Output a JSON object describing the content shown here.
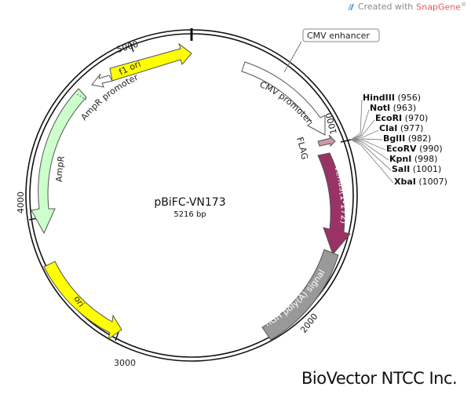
{
  "credit": {
    "prefix": "Created with",
    "brand": "SnapGene",
    "mark": "®"
  },
  "plasmid": {
    "name": "pBiFC-VN173",
    "size": "5216 bp"
  },
  "ticks": [
    "1000",
    "2000",
    "3000",
    "4000",
    "5000"
  ],
  "features": {
    "f1_ori": "f1 ori",
    "ampr_promoter": "AmpR promoter",
    "ampr": "AmpR",
    "ori": "ori",
    "cmv_enhancer": "CMV enhancer",
    "cmv_promoter": "CMV promoter",
    "flag": "FLAG",
    "venus": "Venus(1-172)",
    "hgh": "hGH poly(A) signal"
  },
  "sites": [
    {
      "name": "HindIII",
      "pos": "(956)"
    },
    {
      "name": "NotI",
      "pos": "(963)"
    },
    {
      "name": "EcoRI",
      "pos": "(970)"
    },
    {
      "name": "ClaI",
      "pos": "(977)"
    },
    {
      "name": "BglII",
      "pos": "(982)"
    },
    {
      "name": "EcoRV",
      "pos": "(990)"
    },
    {
      "name": "KpnI",
      "pos": "(998)"
    },
    {
      "name": "SalI",
      "pos": "(1001)"
    },
    {
      "name": "XbaI",
      "pos": "(1007)"
    }
  ],
  "company": "BioVector NTCC Inc.",
  "colors": {
    "f1_ori": "#ffff00",
    "ori": "#ffff00",
    "ampr": "#ccffcc",
    "ampr_promoter": "#ffffff",
    "cmv": "#ffffff",
    "flag": "#cc99a6",
    "venus": "#993366",
    "hgh": "#999999"
  }
}
